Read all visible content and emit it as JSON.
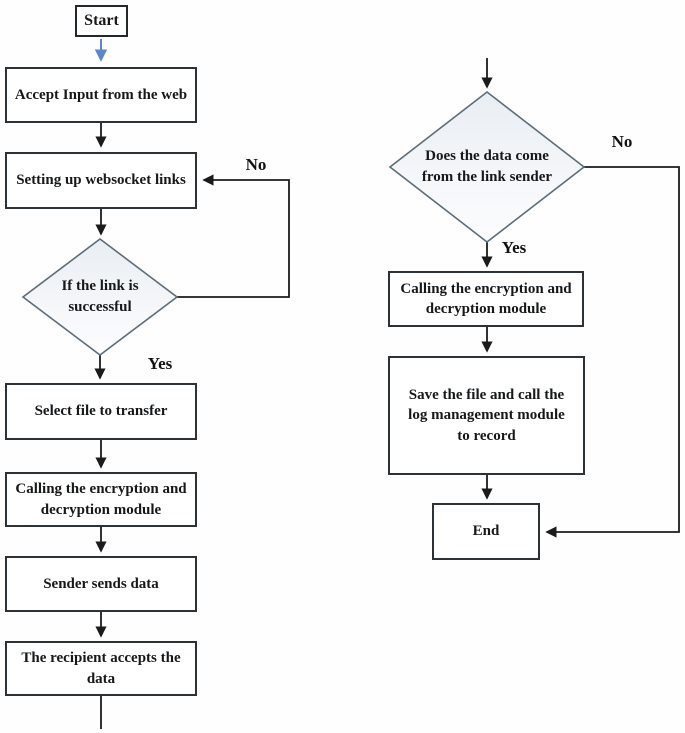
{
  "diagram": {
    "type": "flowchart",
    "columns": 2,
    "colors": {
      "box_border": "#2c3236",
      "box_fill": "#ffffff",
      "diamond_border": "#5c6d78",
      "diamond_fill_top": "#e9eef3",
      "diamond_fill_bottom": "#fdfdfe",
      "connector": "#1b1b1b",
      "start_connector_blue": "#5b87c7",
      "text": "#16181a"
    },
    "nodes": {
      "start": {
        "label": "Start",
        "shape": "rect"
      },
      "accept_input": {
        "label": "Accept Input from the web",
        "shape": "rect"
      },
      "setup_websocket": {
        "label": "Setting up websocket links",
        "shape": "rect"
      },
      "link_successful": {
        "label": "If the link is successful",
        "shape": "diamond"
      },
      "select_file": {
        "label": "Select file to transfer",
        "shape": "rect"
      },
      "left_call_encryption": {
        "label": "Calling the encryption and decryption module",
        "shape": "rect"
      },
      "sender_sends": {
        "label": "Sender sends data",
        "shape": "rect"
      },
      "recipient_accepts": {
        "label": "The recipient accepts the data",
        "shape": "rect"
      },
      "data_from_sender": {
        "label": "Does the data come from the link sender",
        "shape": "diamond"
      },
      "right_call_encryption": {
        "label": "Calling the encryption and decryption module",
        "shape": "rect"
      },
      "save_file": {
        "label": "Save the file and call the log management module to record",
        "shape": "rect"
      },
      "end": {
        "label": "End",
        "shape": "rect"
      }
    },
    "edge_labels": {
      "left_no": "No",
      "left_yes": "Yes",
      "right_no": "No",
      "right_yes": "Yes"
    },
    "edges": [
      "start -> accept_input (blue)",
      "accept_input -> setup_websocket",
      "setup_websocket -> link_successful",
      "link_successful -No-> setup_websocket",
      "link_successful -Yes-> select_file",
      "select_file -> left_call_encryption",
      "left_call_encryption -> sender_sends",
      "sender_sends -> recipient_accepts",
      "recipient_accepts -> (continues off bottom)",
      "(from top) -> data_from_sender",
      "data_from_sender -Yes-> right_call_encryption",
      "data_from_sender -No-> end",
      "right_call_encryption -> save_file",
      "save_file -> end"
    ]
  }
}
